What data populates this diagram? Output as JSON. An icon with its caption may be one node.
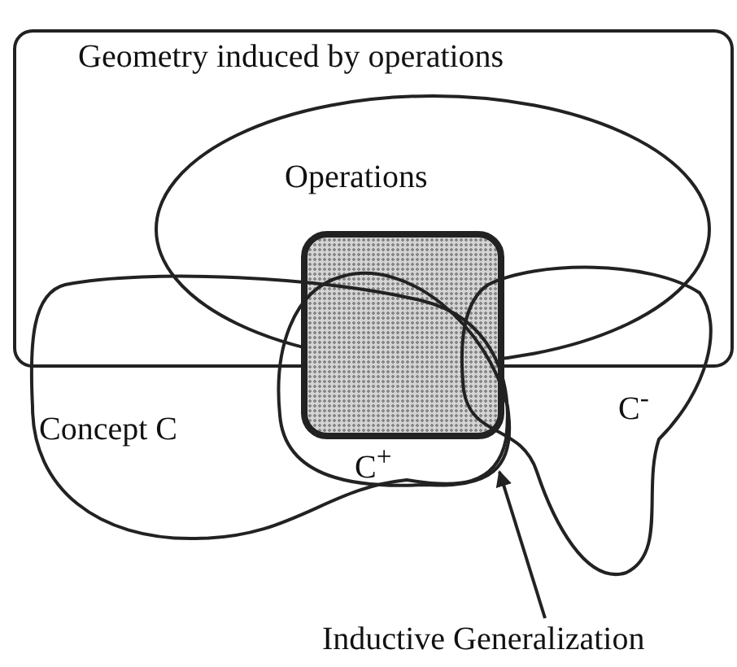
{
  "diagram": {
    "nodes": [
      {
        "text": [
          "Geometry induced by operations"
        ]
      },
      {
        "text": [
          "Operations"
        ],
        "in": 0
      },
      {
        "text": [
          "Concept C"
        ]
      },
      {
        "text": [
          "C$^{+}$"
        ],
        "in": 2
      },
      {
        "text": [
          "C$^{-}$"
        ]
      },
      {
        "text": [],
        "shape": "box"
      },
      {
        "text": [
          "Inductive Generalization"
        ]
      }
    ],
    "edges": [
      {
        "from": 6,
        "to": 5,
        "arrow": "to"
      }
    ]
  }
}
